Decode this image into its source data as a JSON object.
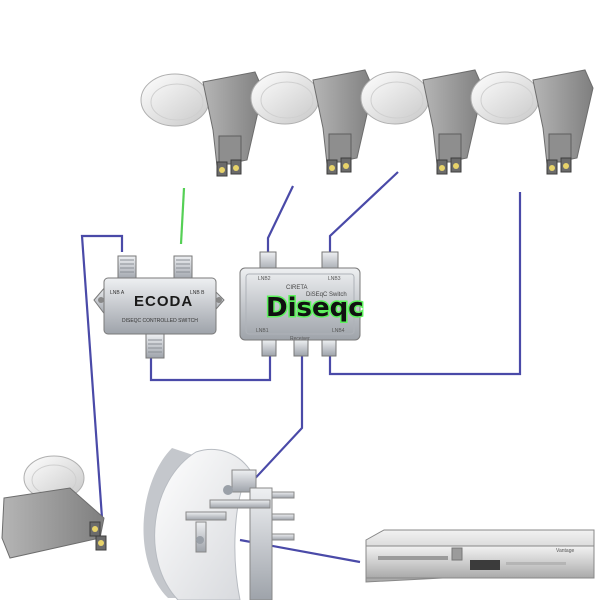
{
  "splitter": {
    "brand": "ECODA",
    "port_left": "LNB A",
    "port_right": "LNB B",
    "caption": "DISEQC CONTROLLED SWITCH"
  },
  "diseqc_switch": {
    "title": "Diseqc",
    "brand": "CIRETA",
    "subtitle": "DiSEqC Switch",
    "port_labels": [
      "LNB2",
      "LNB3",
      "LNB1",
      "LNB4",
      "Receiver"
    ]
  },
  "receiver": {
    "brand": "Vantage"
  },
  "colors": {
    "cable": "#4a4aa8",
    "cable_green": "#55d055",
    "lnb_body": "#9a9a9a",
    "lnb_cap": "#e6e6e6",
    "metal": "#c9ccd1",
    "receiver_body": "#d9d9d9"
  },
  "icons": [
    "lnb-icon",
    "splitter-icon",
    "diseqc-switch-icon",
    "satellite-dish-icon",
    "receiver-icon"
  ]
}
